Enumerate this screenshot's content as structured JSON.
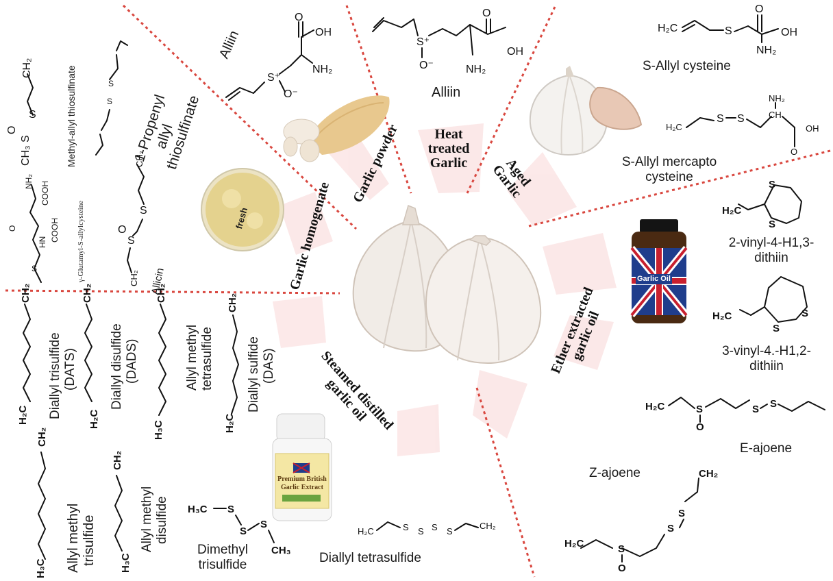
{
  "categories": {
    "garlic_homogenate": "Garlic homogenate",
    "garlic_powder": "Garlic powder",
    "heat_treated": [
      "Heat",
      "treated",
      "Garlic"
    ],
    "aged_garlic": "Aged Garlic",
    "ether_extracted": "Ether extracted garlic oil",
    "steamed_distilled": "Steamed distilled garlic oil"
  },
  "compounds": {
    "methyl_allyl_thiosulfinate": "Methyl-allyl thiosulfinate",
    "propenyl_allyl": [
      "1-Propenyl",
      "allyl",
      "thiosulfinate"
    ],
    "glutamyl": "γ-Glutamyl-S-allylcysteine",
    "allicin": "Allicin",
    "alliin_1": "Alliin",
    "alliin_2": "Alliin",
    "s_allyl_cysteine": "S-Allyl cysteine",
    "s_allyl_mercapto": [
      "S-Allyl mercapto",
      "cysteine"
    ],
    "vinyl_13": [
      "2-vinyl-4-H1,3-",
      "dithiin"
    ],
    "vinyl_12": [
      "3-vinyl-4.-H1,2-",
      "dithiin"
    ],
    "e_ajoene": "E-ajoene",
    "z_ajoene": "Z-ajoene",
    "dats": [
      "Diallyl trisulfide",
      "(DATS)"
    ],
    "dads": [
      "Diallyl disulfide",
      "(DADS)"
    ],
    "amts": [
      "Allyl methyl",
      "tetrasulfide"
    ],
    "das": [
      "Diallyl sulfide",
      "(DAS)"
    ],
    "allyl_methyl_trisulfide": [
      "Allyl methyl",
      "trisulfide"
    ],
    "allyl_methyl_disulfide": [
      "Allyl methyl",
      "disulfide"
    ],
    "dimethyl_trisulfide": [
      "Dimethyl",
      "trisulfide"
    ],
    "diallyl_tetrasulfide": "Diallyl tetrasulfide"
  },
  "images": {
    "dish_label": "fresh",
    "garlic_oil_jar": [
      "Garlic Oil"
    ],
    "british_extract": [
      "Premium British",
      "Garlic Extract"
    ]
  },
  "atoms": {
    "oh": "OH",
    "nh2": "NH₂",
    "s": "S",
    "s_plus": "S⁺",
    "o_minus": "O⁻",
    "h2c": "H₂C",
    "ch2": "CH₂",
    "h3c": "H₃C",
    "ch3": "CH₃",
    "o": "O",
    "nh": "HN",
    "cooh": "COOH",
    "ch": "CH",
    "nh2_small": "NH₂",
    "o_oh": "OH",
    "h2c_bold": "H₂C",
    "ch3s": "CH₃",
    "h2_vinyl": "H₂C"
  },
  "colors": {
    "divider": "#d9473f",
    "garlic_shell": "#f1ece7",
    "garlic_shadow": "#d8cfc7",
    "sector_tint": "#fbe5e5"
  }
}
